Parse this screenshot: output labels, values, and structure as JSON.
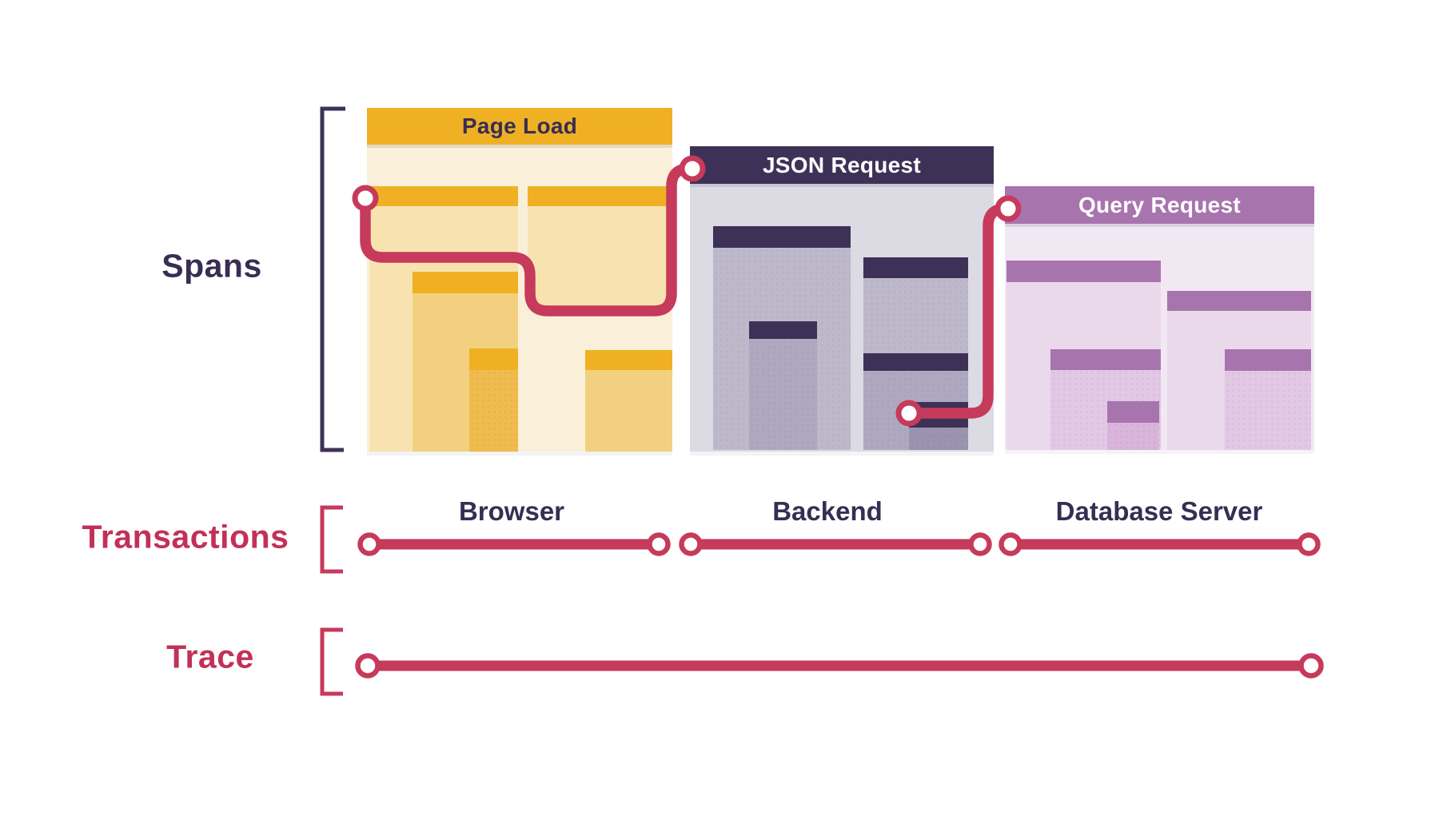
{
  "diagram": {
    "row_labels": {
      "spans": "Spans",
      "transactions": "Transactions",
      "trace": "Trace"
    },
    "panels": [
      {
        "title": "Page Load",
        "caption": "Browser"
      },
      {
        "title": "JSON Request",
        "caption": "Backend"
      },
      {
        "title": "Query Request",
        "caption": "Database Server"
      }
    ],
    "colors": {
      "accent_red": "#C63A5B",
      "navy": "#3E3157",
      "text_navy": "#382D53",
      "text_red": "#C23058",
      "gold": "#EFB123",
      "cream": "#FAF0DA",
      "tan1": "#F8E3B0",
      "tan2": "#F3D07F",
      "tan3": "#F0BC4D",
      "gray_bg": "#DCDAE3",
      "gray1": "#BDB9CB",
      "gray2": "#AEA9C0",
      "gray3": "#9B94B1",
      "purple": "#A874AE",
      "pink_bg": "#F2E8F3",
      "pink1": "#EAD9EB",
      "pink2": "#E2C8E4",
      "pink3": "#D9B5DB"
    }
  }
}
